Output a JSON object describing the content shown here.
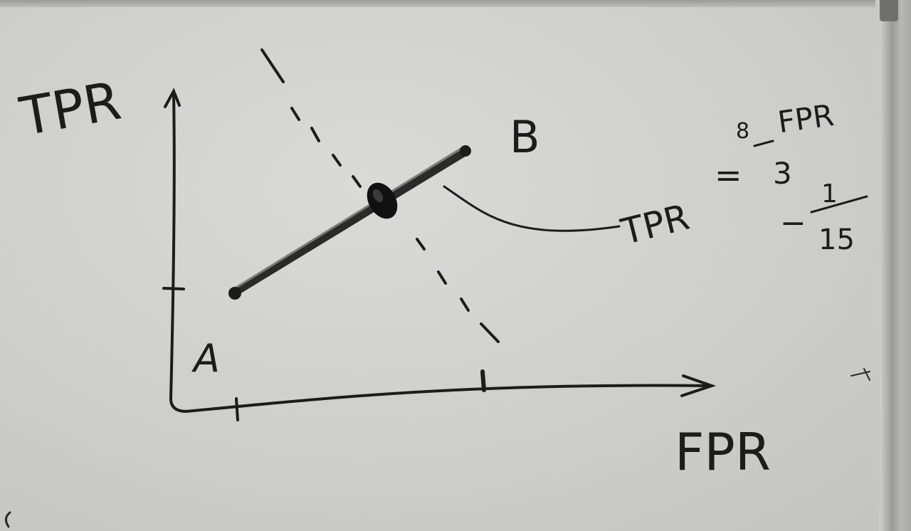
{
  "board": {
    "axis_y_label": "TPR",
    "axis_x_label": "FPR",
    "point_a_label": "A",
    "point_b_label": "B",
    "equation": {
      "lhs": "TPR",
      "equals": "=",
      "coef_numerator": "8",
      "coef_denominator": "3",
      "coef_variable": "FPR",
      "minus": "−",
      "const_numerator": "1",
      "const_denominator": "15"
    }
  },
  "colors": {
    "ink": "#1c1c1c",
    "board": "#d2d2d0",
    "frame": "#9a9a98"
  }
}
